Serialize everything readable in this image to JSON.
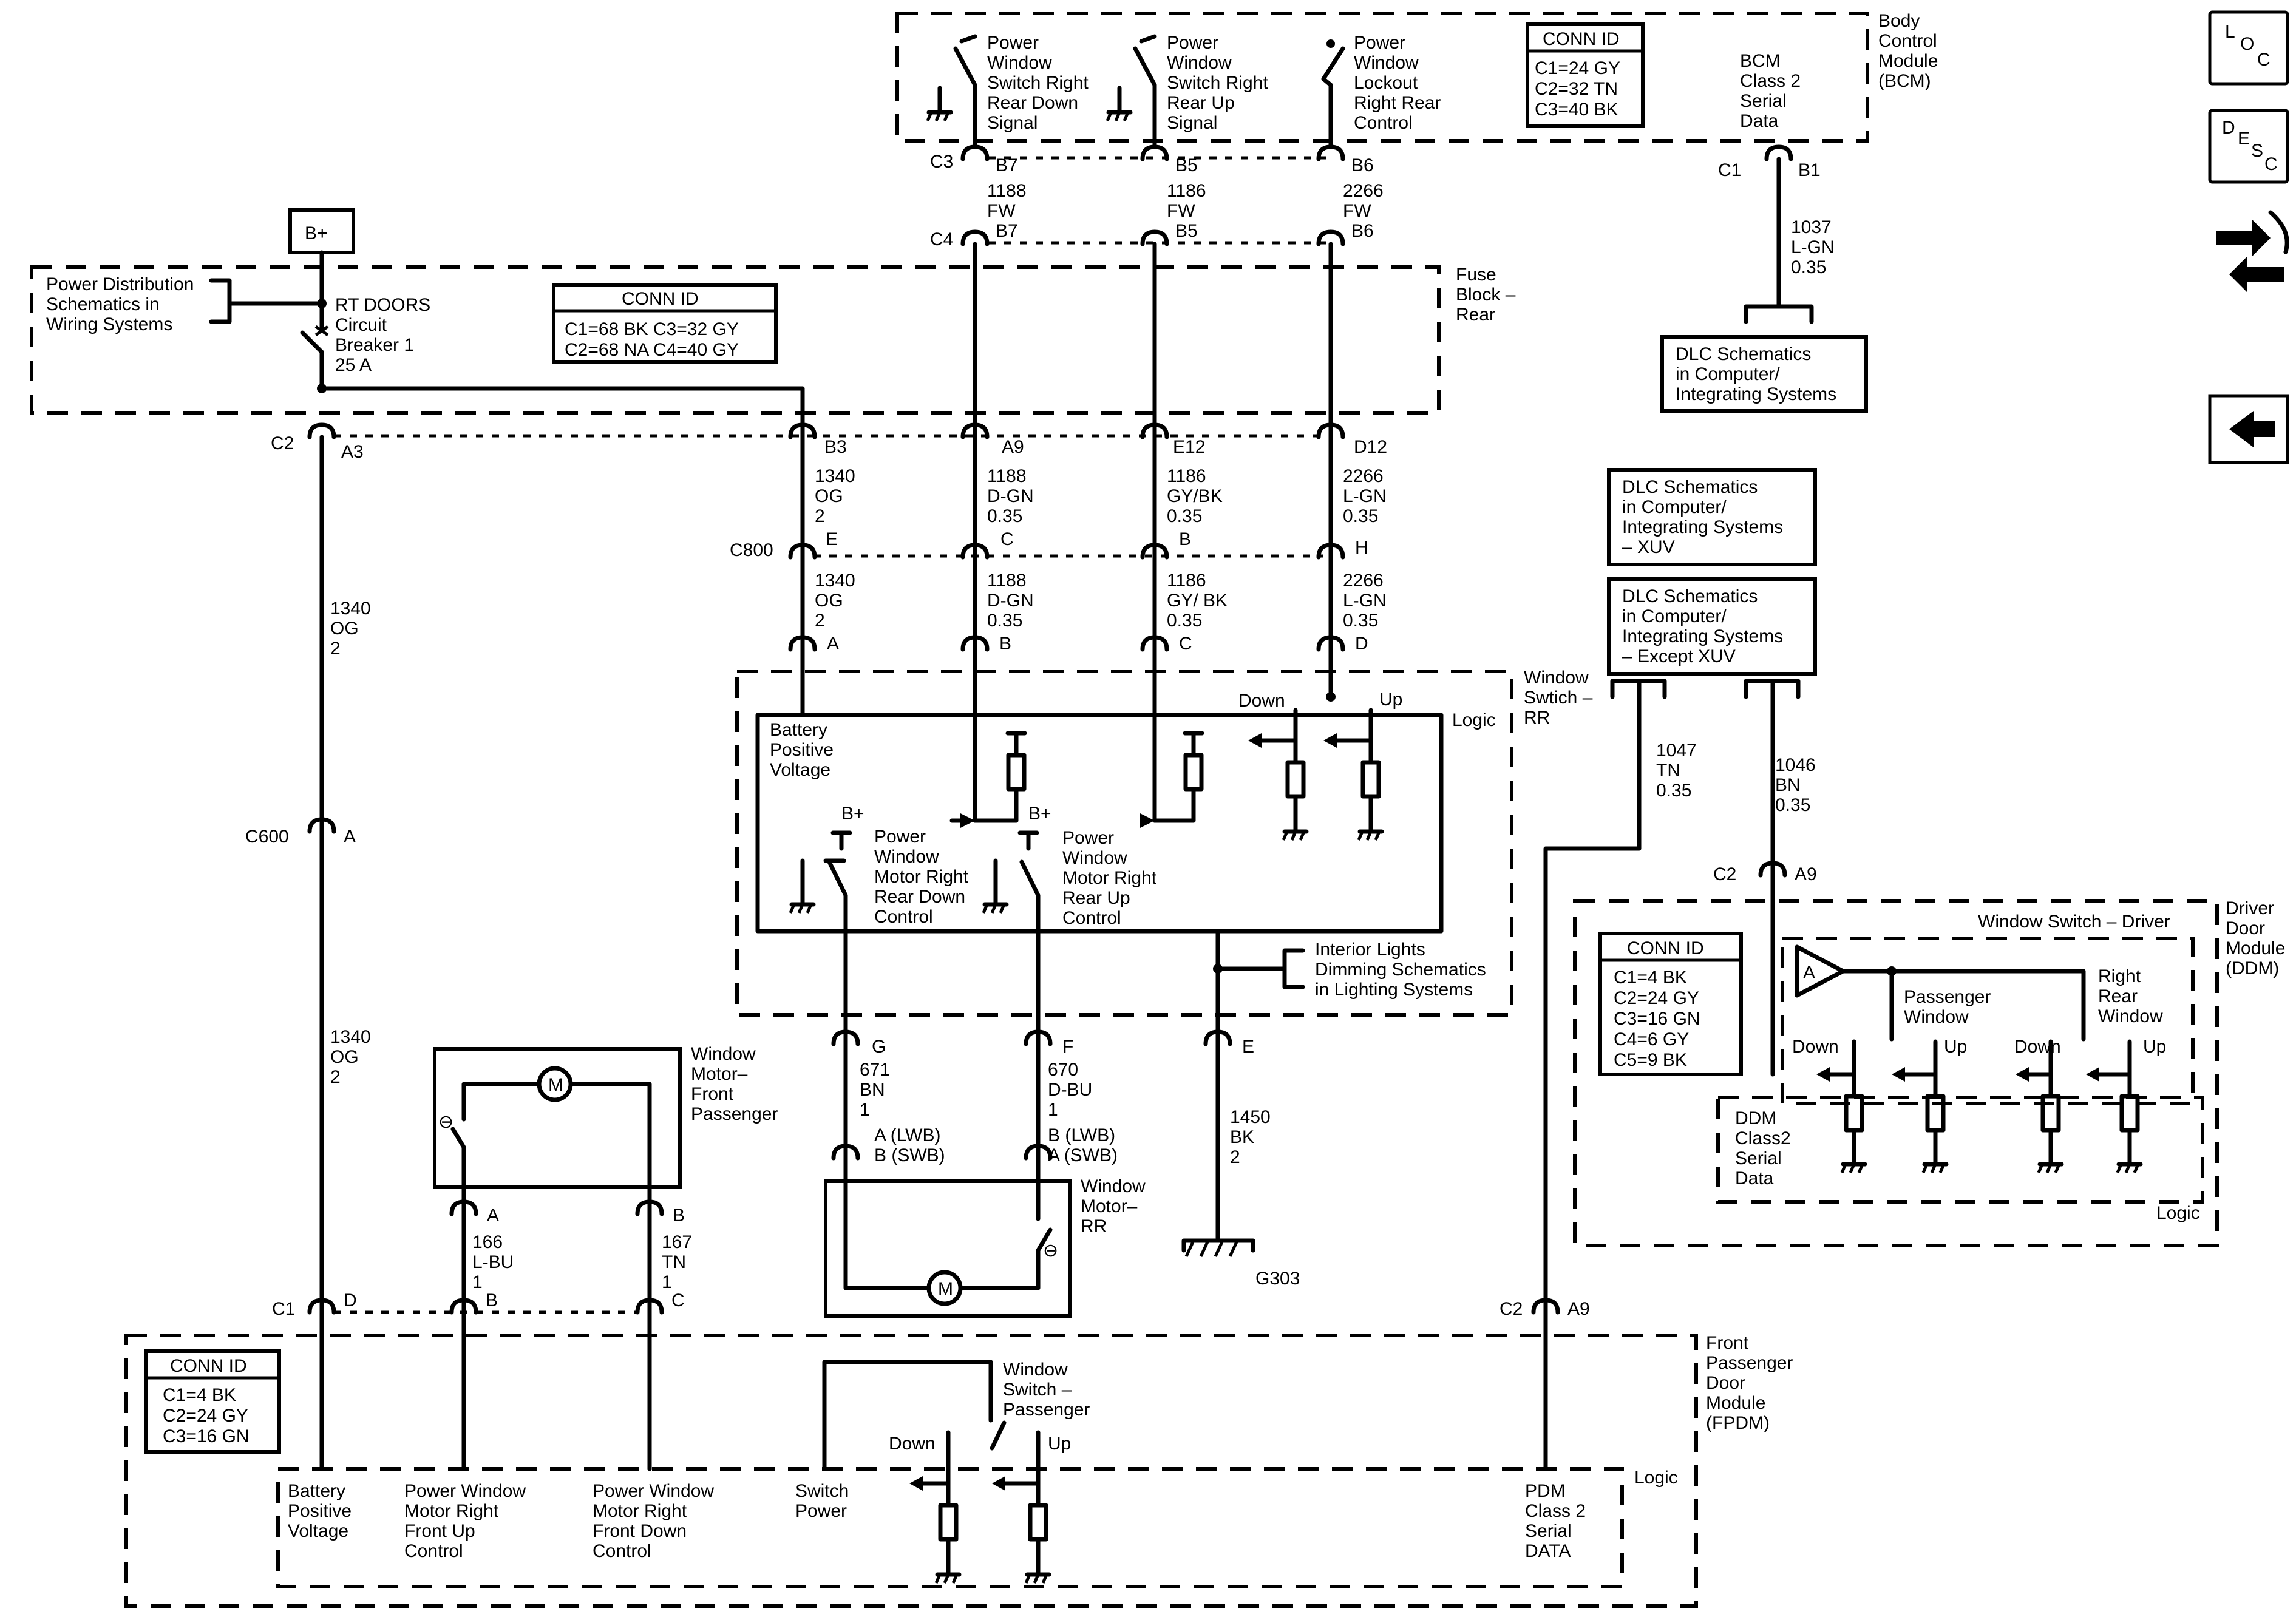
{
  "side_icons": {
    "loc": {
      "l1": "L",
      "l2": "O",
      "l3": "C"
    },
    "desc": {
      "l1": "D",
      "l2": "E",
      "l3": "S",
      "l4": "C"
    },
    "navigate_icon": "harness-arrows-icon",
    "back_icon": "left-arrow-icon"
  },
  "bcm": {
    "name": [
      "Body",
      "Control",
      "Module",
      "(BCM)"
    ],
    "conn_id": {
      "title": "CONN ID",
      "rows": [
        "C1=24 GY",
        "C2=32 TN",
        "C3=40 BK"
      ]
    },
    "serial": [
      "BCM",
      "Class 2",
      "Serial",
      "Data"
    ],
    "sw1": [
      "Power",
      "Window",
      "Switch Right",
      "Rear Down",
      "Signal"
    ],
    "sw2": [
      "Power",
      "Window",
      "Switch Right",
      "Rear Up",
      "Signal"
    ],
    "sw3": [
      "Power",
      "Window",
      "Lockout",
      "Right Rear",
      "Control"
    ]
  },
  "bplus": "B+",
  "power_dist": [
    "Power Distribution",
    "Schematics in",
    "Wiring Systems"
  ],
  "breaker": [
    "RT DOORS",
    "Circuit",
    "Breaker 1",
    "25 A"
  ],
  "fuse_block": {
    "name": [
      "Fuse",
      "Block –",
      "Rear"
    ],
    "conn_id": {
      "title": "CONN ID",
      "rows": [
        "C1=68 BK  C3=32 GY",
        "C2=68 NA  C4=40 GY"
      ]
    }
  },
  "connectors": {
    "c3": "C3",
    "c4": "C4",
    "c2": "C2",
    "c800": "C800",
    "c600": "C600",
    "c1": "C1",
    "c1b": "C1",
    "c2b": "C2",
    "c2c": "C2",
    "b7": "B7",
    "b5": "B5",
    "b6": "B6",
    "b7b": "B7",
    "b5b": "B5",
    "b6b": "B6",
    "a3": "A3",
    "b3": "B3",
    "a9": "A9",
    "e12": "E12",
    "d12": "D12",
    "e": "E",
    "c": "C",
    "b": "B",
    "h": "H",
    "pa": "A",
    "pb": "B",
    "pc": "C",
    "pd": "D",
    "c600a": "A",
    "b1": "B1",
    "g": "G",
    "f": "F",
    "e2": "E",
    "fa": "A",
    "fb": "B",
    "c1d": "D",
    "c1b2": "B",
    "c1c": "C",
    "a9b": "A9",
    "a9c": "A9"
  },
  "wires": {
    "w1188a": [
      "1188",
      "FW"
    ],
    "w1186a": [
      "1186",
      "FW"
    ],
    "w2266a": [
      "2266",
      "FW"
    ],
    "w1037": [
      "1037",
      "L-GN",
      "0.35"
    ],
    "w1340a": [
      "1340",
      "OG",
      "2"
    ],
    "w1188b": [
      "1188",
      "D-GN",
      "0.35"
    ],
    "w1186b": [
      "1186",
      "GY/BK",
      "0.35"
    ],
    "w2266b": [
      "2266",
      "L-GN",
      "0.35"
    ],
    "w1340b": [
      "1340",
      "OG",
      "2"
    ],
    "w1188c": [
      "1188",
      "D-GN",
      "0.35"
    ],
    "w1186c": [
      "1186",
      "GY/ BK",
      "0.35"
    ],
    "w2266c": [
      "2266",
      "L-GN",
      "0.35"
    ],
    "w1340left": [
      "1340",
      "OG",
      "2"
    ],
    "w1340left2": [
      "1340",
      "OG",
      "2"
    ],
    "w1047": [
      "1047",
      "TN",
      "0.35"
    ],
    "w1046": [
      "1046",
      "BN",
      "0.35"
    ],
    "w671": [
      "671",
      "BN",
      "1"
    ],
    "w670": [
      "670",
      "D-BU",
      "1"
    ],
    "w1450": [
      "1450",
      "BK",
      "2"
    ],
    "w166": [
      "166",
      "L-BU",
      "1"
    ],
    "w167": [
      "167",
      "TN",
      "1"
    ]
  },
  "dlc_bcm": [
    "DLC Schematics",
    "in Computer/",
    "Integrating Systems"
  ],
  "dlc_xuv": [
    "DLC Schematics",
    "in Computer/",
    "Integrating Systems",
    "– XUV"
  ],
  "dlc_exc": [
    "DLC Schematics",
    "in Computer/",
    "Integrating Systems",
    "– Except XUV"
  ],
  "rr_switch": {
    "name": [
      "Window",
      "Swtich –",
      "RR"
    ],
    "logic": "Logic",
    "batt": [
      "Battery",
      "Positive",
      "Voltage"
    ],
    "bplus1": "B+",
    "bplus2": "B+",
    "down_ctl": [
      "Power",
      "Window",
      "Motor Right",
      "Rear Down",
      "Control"
    ],
    "up_ctl": [
      "Power",
      "Window",
      "Motor Right",
      "Rear Up",
      "Control"
    ],
    "down": "Down",
    "up": "Up",
    "interior": [
      "Interior Lights",
      "Dimming Schematics",
      "in Lighting Systems"
    ]
  },
  "motor_rr": {
    "name": [
      "Window",
      "Motor–",
      "RR"
    ],
    "m": "M",
    "pin_g": [
      "A (LWB)",
      "B (SWB)"
    ],
    "pin_f": [
      "B (LWB)",
      "A (SWB)"
    ]
  },
  "ground": "G303",
  "motor_fp": {
    "name": [
      "Window",
      "Motor–",
      "Front",
      "Passenger"
    ],
    "m": "M"
  },
  "ddm": {
    "name": [
      "Driver",
      "Door",
      "Module",
      "(DDM)"
    ],
    "switch": "Window Switch – Driver",
    "conn_id": {
      "title": "CONN ID",
      "rows": [
        "C1=4 BK",
        "C2=24 GY",
        "C3=16 GN",
        "C4=6 GY",
        "C5=9 BK"
      ]
    },
    "amp": "A",
    "pass": [
      "Passenger",
      "Window"
    ],
    "rr": [
      "Right",
      "Rear",
      "Window"
    ],
    "down1": "Down",
    "up1": "Up",
    "down2": "Down",
    "up2": "Up",
    "serial": [
      "DDM",
      "Class2",
      "Serial",
      "Data"
    ],
    "logic": "Logic"
  },
  "fpdm": {
    "name": [
      "Front",
      "Passenger",
      "Door",
      "Module",
      "(FPDM)"
    ],
    "conn_id": {
      "title": "CONN ID",
      "rows": [
        "C1=4 BK",
        "C2=24 GY",
        "C3=16 GN"
      ]
    },
    "batt": [
      "Battery",
      "Positive",
      "Voltage"
    ],
    "up_ctl": [
      "Power Window",
      "Motor Right",
      "Front Up",
      "Control"
    ],
    "down_ctl": [
      "Power Window",
      "Motor Right",
      "Front Down",
      "Control"
    ],
    "sw_power": [
      "Switch",
      "Power"
    ],
    "switch": [
      "Window",
      "Switch –",
      "Passenger"
    ],
    "down": "Down",
    "up": "Up",
    "serial": [
      "PDM",
      "Class 2",
      "Serial",
      "DATA"
    ],
    "logic": "Logic"
  }
}
